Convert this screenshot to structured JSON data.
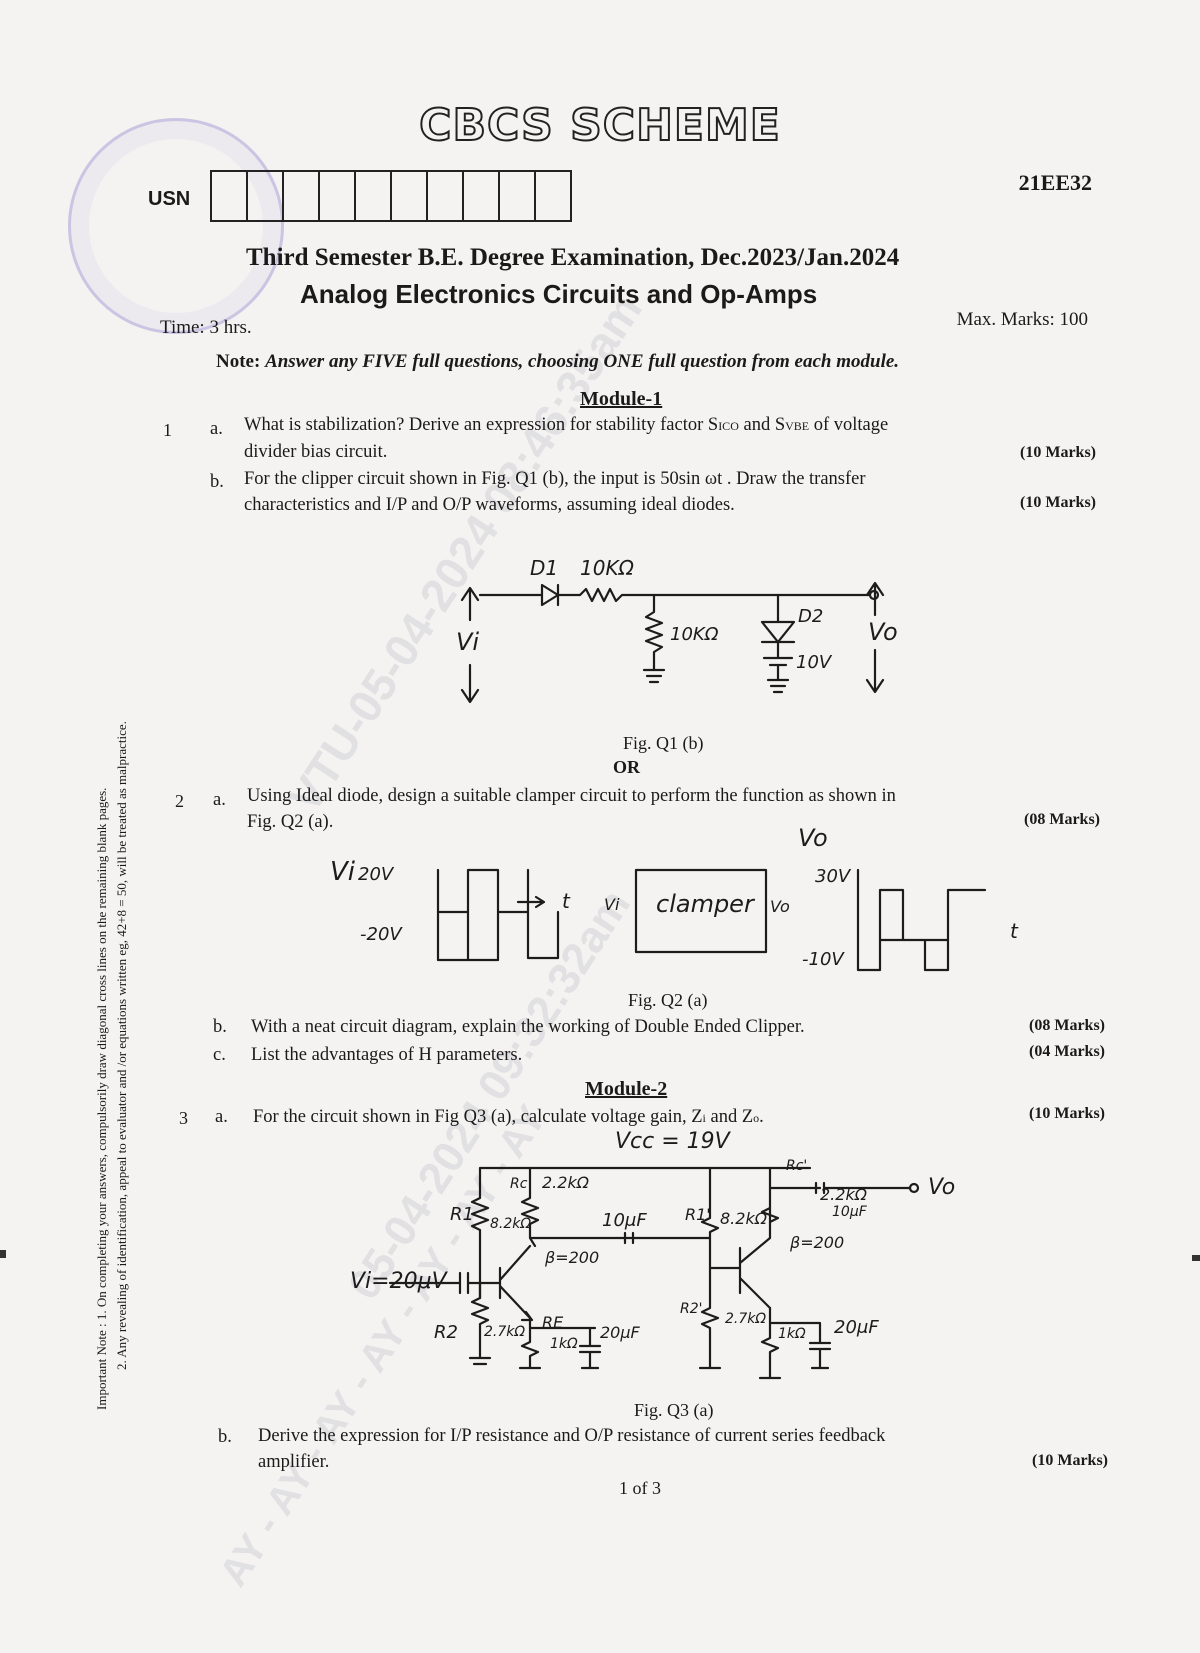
{
  "header": {
    "scheme": "CBCS SCHEME",
    "code": "21EE32",
    "usn_label": "USN",
    "exam_title": "Third Semester B.E. Degree Examination, Dec.2023/Jan.2024",
    "subject": "Analog Electronics Circuits and Op-Amps",
    "time": "Time: 3 hrs.",
    "max_marks": "Max. Marks: 100",
    "note_label": "Note:",
    "note_text": "Answer any FIVE full questions, choosing ONE full question from each module."
  },
  "watermark": {
    "line1": "VTU-05-04-2024 08:46:35am",
    "line2": "AY - AY - AY - AY - AY - AY - AY",
    "line3": "05-04-2024 09:32:32am"
  },
  "side_note": {
    "line1": "Important Note : 1. On completing your answers, compulsorily draw diagonal cross lines on the remaining blank pages.",
    "line2": "2. Any revealing of identification, appeal to evaluator and /or equations written eg, 42+8 = 50, will be treated as malpractice."
  },
  "modules": [
    {
      "title": "Module-1"
    },
    {
      "title": "Module-2"
    }
  ],
  "questions": {
    "q1": {
      "number": "1",
      "a_label": "a.",
      "a_line1": "What is stabilization? Derive an expression for stability factor S",
      "a_sub1": "ICO",
      "a_mid": " and S",
      "a_sub2": "VBE",
      "a_end": " of voltage",
      "a_line2": "divider bias circuit.",
      "a_marks": "(10 Marks)",
      "b_label": "b.",
      "b_line1": "For the clipper circuit shown in Fig. Q1 (b), the input is 50sin ωt . Draw the transfer",
      "b_line2": "characteristics and I/P and O/P waveforms, assuming ideal diodes.",
      "b_marks": "(10 Marks)",
      "fig_caption": "Fig. Q1 (b)",
      "or": "OR"
    },
    "q2": {
      "number": "2",
      "a_label": "a.",
      "a_line1": "Using Ideal diode, design a suitable clamper circuit to perform the function as shown in",
      "a_line2": "Fig. Q2 (a).",
      "a_marks": "(08 Marks)",
      "fig_caption": "Fig. Q2 (a)",
      "b_label": "b.",
      "b_text": "With a neat circuit diagram, explain the working of Double Ended Clipper.",
      "b_marks": "(08 Marks)",
      "c_label": "c.",
      "c_text": "List the advantages of H parameters.",
      "c_marks": "(04 Marks)"
    },
    "q3": {
      "number": "3",
      "a_label": "a.",
      "a_text_1": "For the circuit shown in Fig Q3 (a), calculate voltage gain, Z",
      "a_sub1": "i",
      "a_text_2": " and Z",
      "a_sub2": "o",
      "a_text_3": ".",
      "a_marks": "(10 Marks)",
      "fig_caption": "Fig. Q3 (a)",
      "b_label": "b.",
      "b_line1": "Derive the expression for I/P resistance and O/P resistance of current series feedback",
      "b_line2": "amplifier.",
      "b_marks": "(10 Marks)"
    }
  },
  "figures": {
    "q1b": {
      "d1": "D1",
      "r1": "10KΩ",
      "r2": "10KΩ",
      "d2": "D2",
      "battery": "10V",
      "vi": "Vi",
      "vo": "Vo"
    },
    "q2a": {
      "vi": "Vi",
      "vi_hi": "20V",
      "vi_lo": "-20V",
      "t": "t",
      "block": "clamper",
      "block_in": "Vi",
      "block_out": "Vo",
      "vo": "Vo",
      "vo_hi": "30V",
      "vo_lo": "-10V",
      "t2": "t"
    },
    "q3a": {
      "vcc": "Vcc = 19V",
      "vi": "Vi=20μV",
      "vo": "Vo",
      "r1": "R1",
      "r1v": "8.2kΩ",
      "rc": "Rc",
      "rcv": "2.2kΩ",
      "cc": "10μF",
      "beta1": "β=200",
      "r2": "R2",
      "r2v": "2.7kΩ",
      "re": "RE",
      "rev": "1kΩ",
      "ce": "20μF",
      "r1b": "R1'",
      "r1bv": "8.2kΩ",
      "rcb": "Rc'",
      "rcbv": "2.2kΩ",
      "cout": "10μF",
      "beta2": "β=200",
      "r2b": "R2'",
      "r2bv": "2.7kΩ",
      "reb": "1kΩ",
      "ceb": "20μF"
    }
  },
  "footer": {
    "page": "1 of 3"
  }
}
